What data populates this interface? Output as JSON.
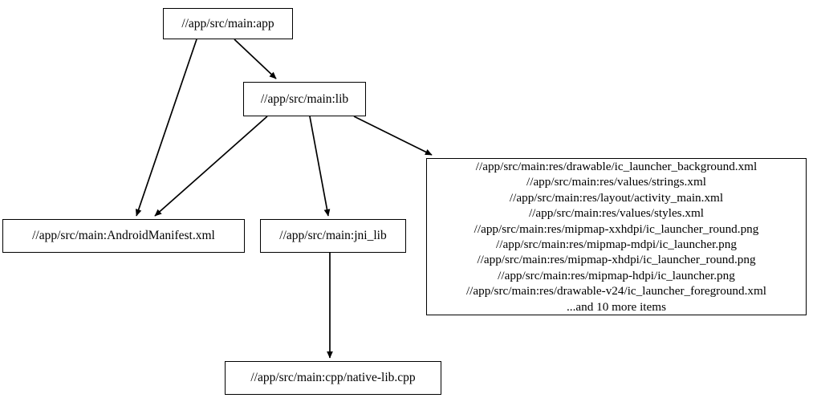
{
  "graph": {
    "type": "directed-dependency-graph",
    "background_color": "#ffffff",
    "node_border_color": "#000000",
    "edge_color": "#000000",
    "text_color": "#000000",
    "nodes": [
      {
        "id": "app",
        "label": "//app/src/main:app"
      },
      {
        "id": "lib",
        "label": "//app/src/main:lib"
      },
      {
        "id": "manifest",
        "label": "//app/src/main:AndroidManifest.xml"
      },
      {
        "id": "jni_lib",
        "label": "//app/src/main:jni_lib"
      },
      {
        "id": "native_lib",
        "label": "//app/src/main:cpp/native-lib.cpp"
      },
      {
        "id": "res",
        "label": "//app/src/main:res/drawable/ic_launcher_background.xml\n//app/src/main:res/values/strings.xml\n//app/src/main:res/layout/activity_main.xml\n//app/src/main:res/values/styles.xml\n//app/src/main:res/mipmap-xxhdpi/ic_launcher_round.png\n//app/src/main:res/mipmap-mdpi/ic_launcher.png\n//app/src/main:res/mipmap-xhdpi/ic_launcher_round.png\n//app/src/main:res/mipmap-hdpi/ic_launcher.png\n//app/src/main:res/drawable-v24/ic_launcher_foreground.xml\n...and 10 more items",
        "lines": [
          "//app/src/main:res/drawable/ic_launcher_background.xml",
          "//app/src/main:res/values/strings.xml",
          "//app/src/main:res/layout/activity_main.xml",
          "//app/src/main:res/values/styles.xml",
          "//app/src/main:res/mipmap-xxhdpi/ic_launcher_round.png",
          "//app/src/main:res/mipmap-mdpi/ic_launcher.png",
          "//app/src/main:res/mipmap-xhdpi/ic_launcher_round.png",
          "//app/src/main:res/mipmap-hdpi/ic_launcher.png",
          "//app/src/main:res/drawable-v24/ic_launcher_foreground.xml",
          "...and 10 more items"
        ]
      }
    ],
    "edges": [
      {
        "from": "app",
        "to": "lib"
      },
      {
        "from": "app",
        "to": "manifest"
      },
      {
        "from": "lib",
        "to": "manifest"
      },
      {
        "from": "lib",
        "to": "jni_lib"
      },
      {
        "from": "lib",
        "to": "res"
      },
      {
        "from": "jni_lib",
        "to": "native_lib"
      }
    ]
  }
}
